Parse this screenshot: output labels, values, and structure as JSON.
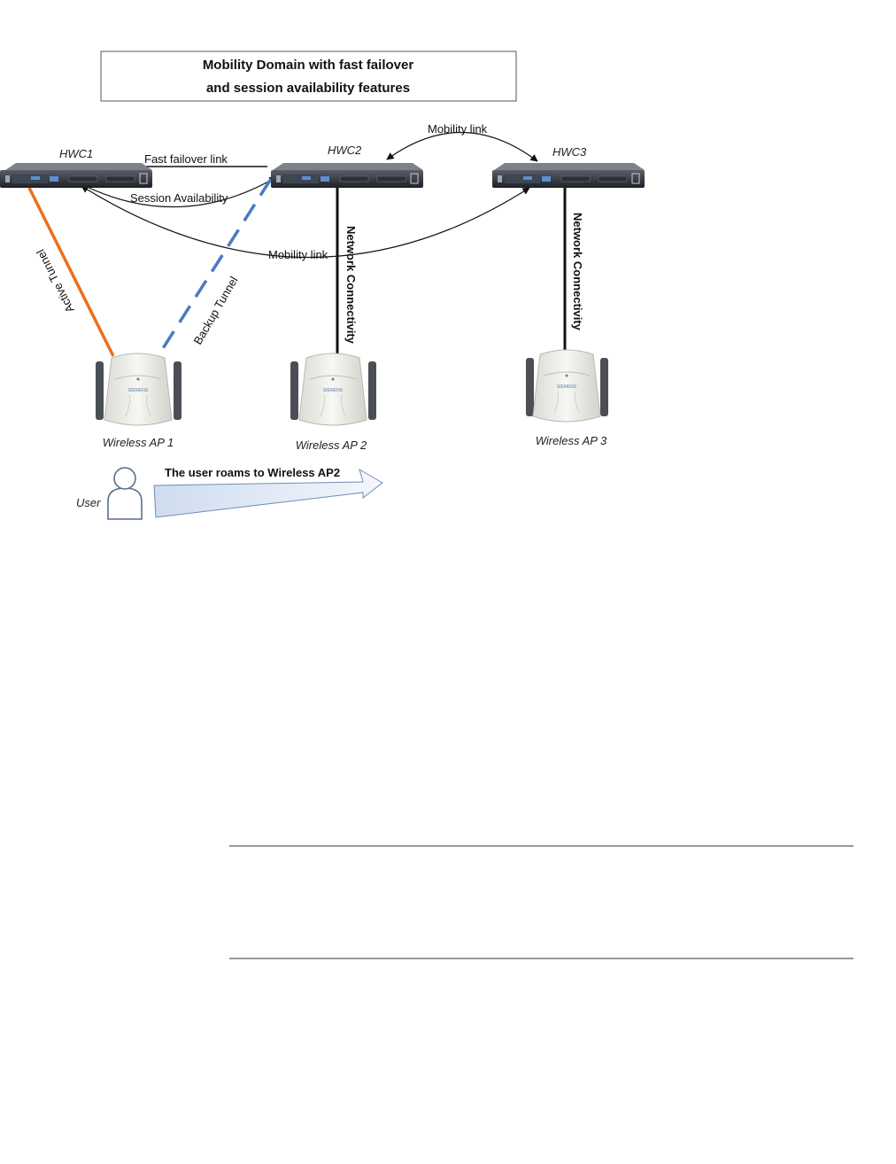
{
  "title": {
    "line1": "Mobility Domain with fast failover",
    "line2": "and session availability features"
  },
  "controllers": {
    "hwc1": "HWC1",
    "hwc2": "HWC2",
    "hwc3": "HWC3"
  },
  "links": {
    "fast_failover": "Fast failover link",
    "session_availability": "Session Availability",
    "mobility_top": "Mobility link",
    "mobility_bottom": "Mobility link",
    "active_tunnel": "Active Tunnel",
    "backup_tunnel": "Backup Tunnel",
    "network_connectivity_2": "Network Connectivity",
    "network_connectivity_3": "Network Connectivity"
  },
  "access_points": {
    "ap1": "Wireless AP 1",
    "ap2": "Wireless AP 2",
    "ap3": "Wireless AP 3",
    "brand": "SIEMENS"
  },
  "user": {
    "label": "User",
    "roam_text": "The user roams to Wireless  AP2"
  },
  "colors": {
    "active_tunnel": "#e8701e",
    "backup_tunnel": "#4a7bc0",
    "roam_arrow_fill": "#dde6f3"
  }
}
